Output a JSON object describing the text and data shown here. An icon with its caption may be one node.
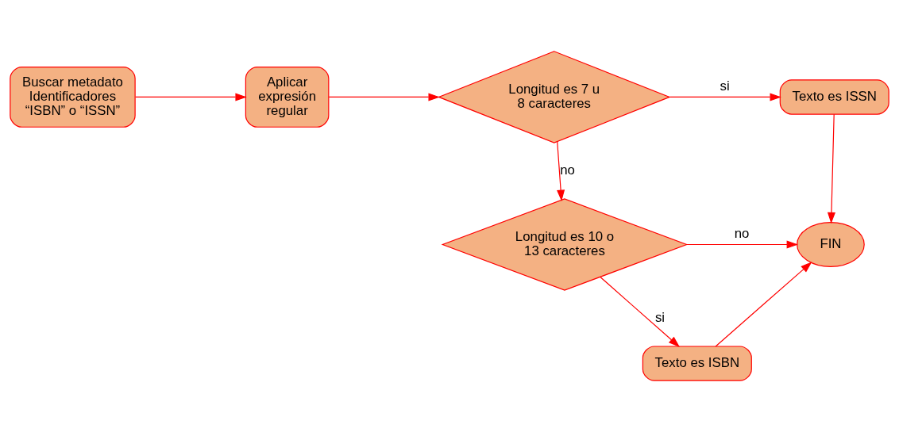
{
  "diagram": {
    "nodes": [
      {
        "text": [
          "Buscar metadato Identificadores “ISBN” o “ISSN”"
        ]
      },
      {
        "text": [
          "Aplicar expresión regular"
        ]
      },
      {
        "text": [
          "Longitud es 7 u 8 caracteres"
        ]
      },
      {
        "text": [
          "Texto es ISSN"
        ]
      },
      {
        "text": [
          "Longitud es 10 o 13 caracteres"
        ]
      },
      {
        "text": [
          "FIN"
        ]
      },
      {
        "text": [
          "Texto es ISBN"
        ]
      }
    ],
    "edges": [
      {
        "from": 0,
        "to": 1,
        "arrow": "to"
      },
      {
        "from": 1,
        "to": 2,
        "arrow": "to"
      },
      {
        "from": 2,
        "to": 3,
        "label": "si",
        "arrow": "to"
      },
      {
        "from": 3,
        "to": 5,
        "arrow": "to"
      },
      {
        "from": 2,
        "to": 4,
        "label": "no",
        "arrow": "to"
      },
      {
        "from": 4,
        "to": 5,
        "label": "no",
        "arrow": "to"
      },
      {
        "from": 4,
        "to": 6,
        "label": "si",
        "arrow": "to"
      },
      {
        "from": 6,
        "to": 5,
        "arrow": "to"
      }
    ]
  }
}
